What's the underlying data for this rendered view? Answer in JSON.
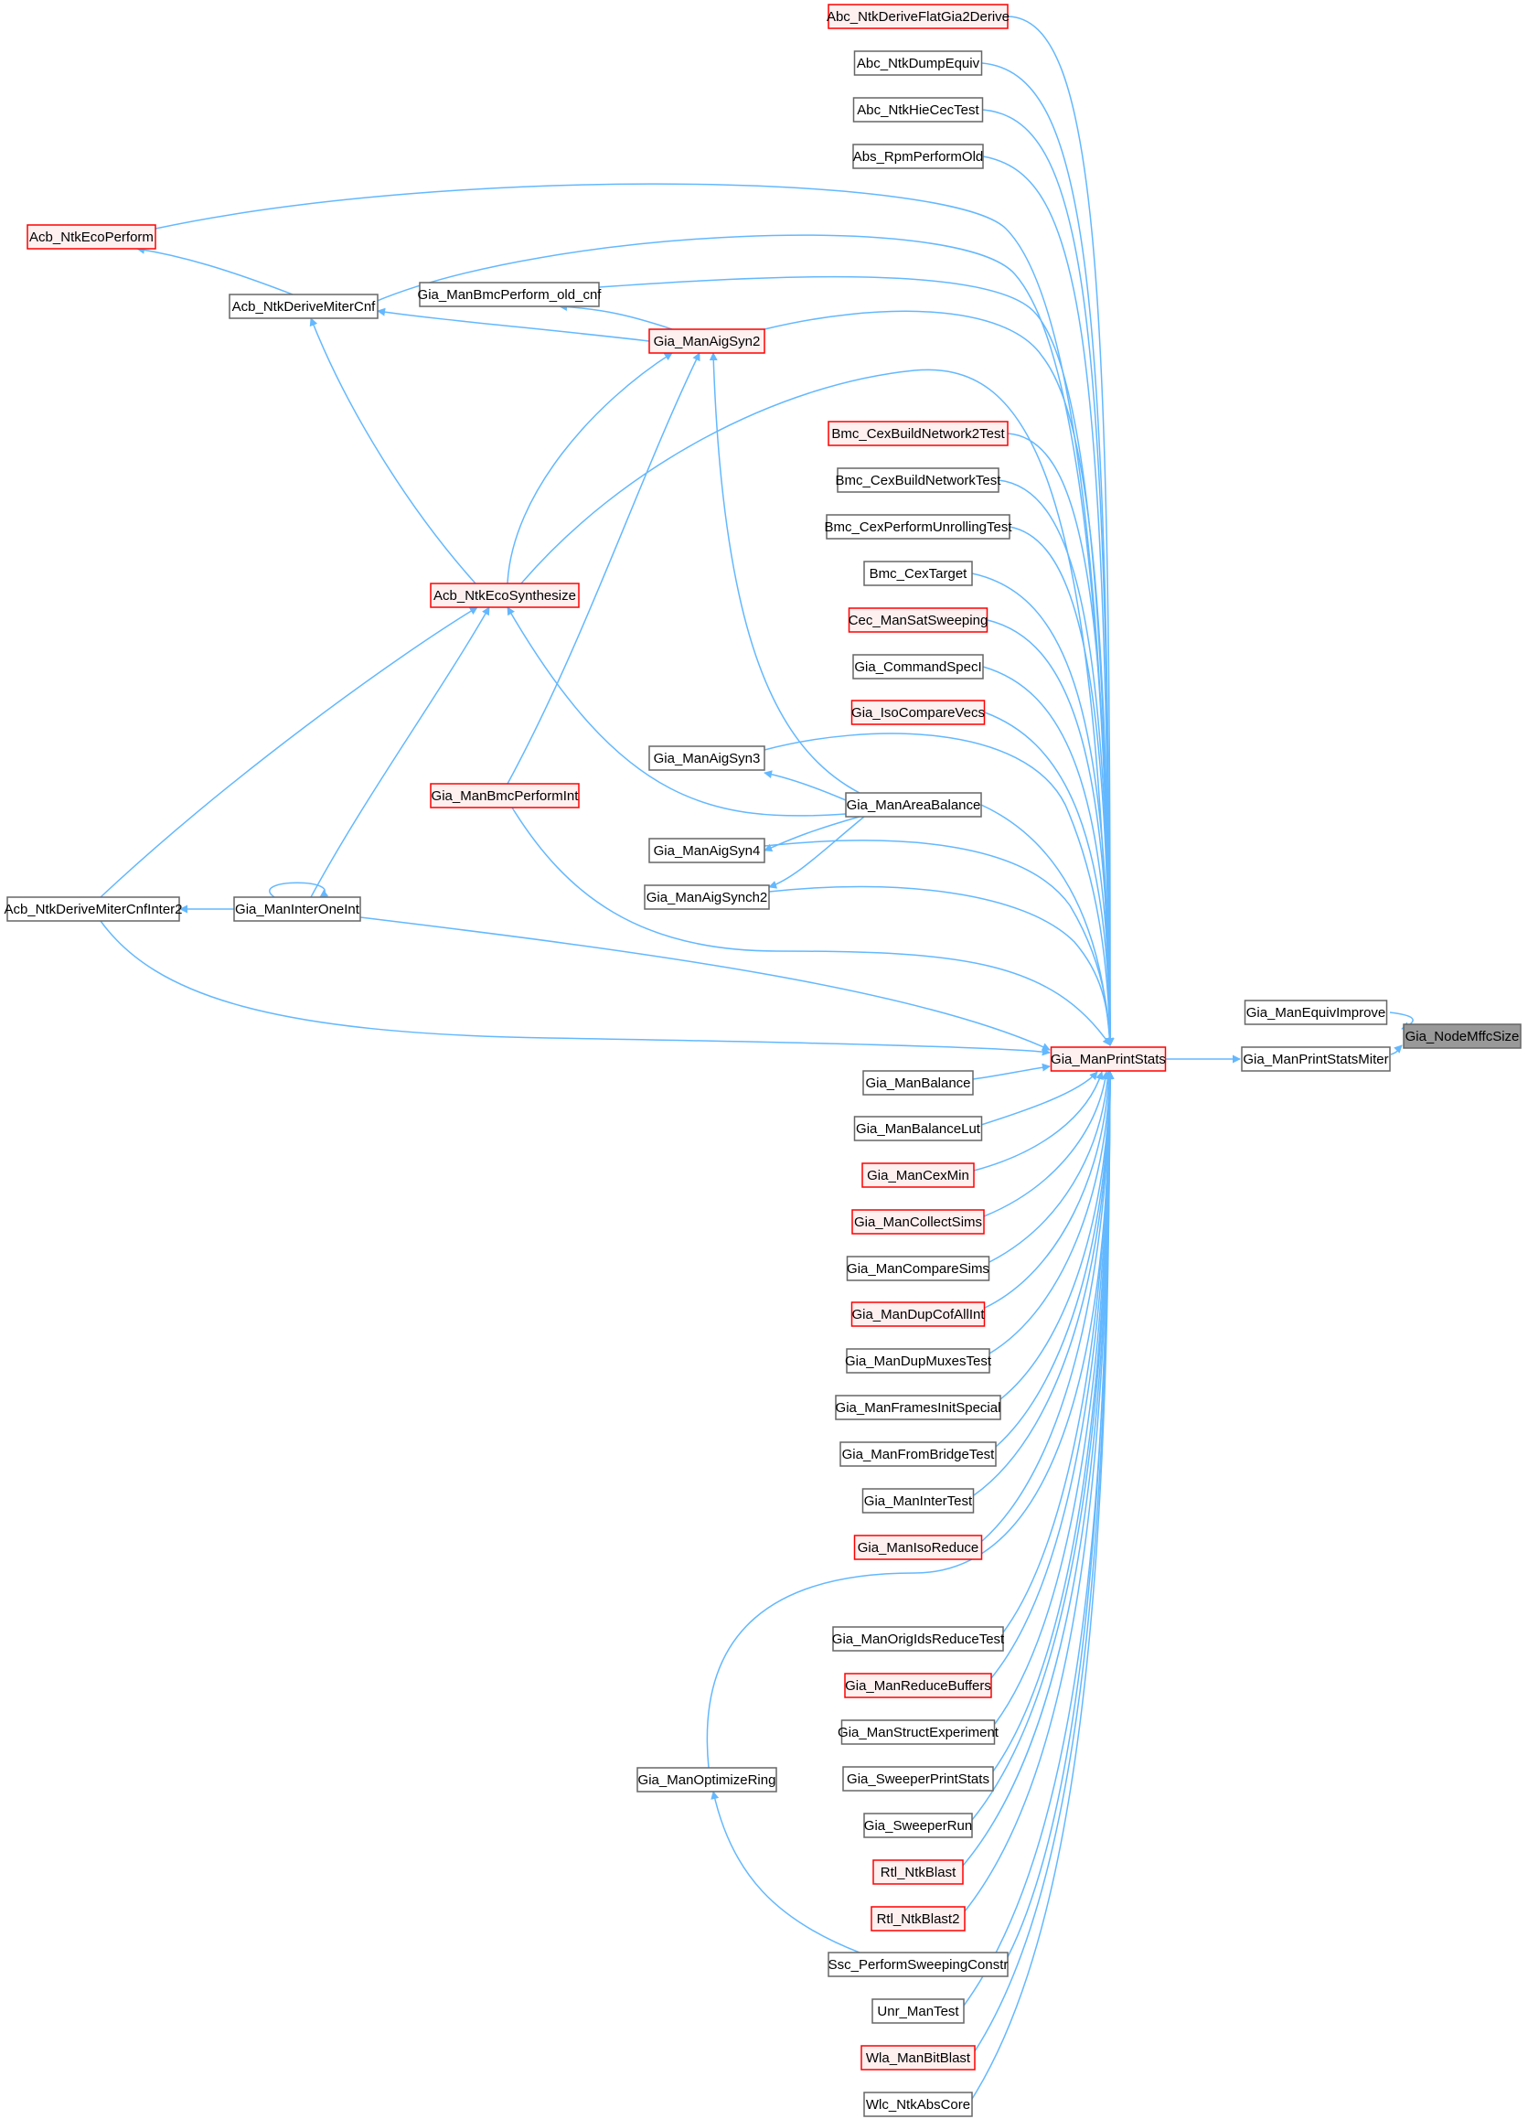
{
  "colors": {
    "edge": "#63b8ff",
    "node_border_normal": "#666666",
    "node_border_truncated": "#ff0000",
    "node_fill_normal": "#ffffff",
    "node_fill_truncated": "#fff0f0",
    "node_fill_focus": "#999999",
    "node_border_focus": "#666666"
  },
  "graph": {
    "focus": "Gia_NodeMffcSize",
    "nodes": [
      {
        "id": "n0",
        "label": "Gia_NodeMffcSize",
        "kind": "focus"
      },
      {
        "id": "n1",
        "label": "Gia_ManEquivImprove",
        "kind": "normal"
      },
      {
        "id": "n2",
        "label": "Gia_ManPrintStatsMiter",
        "kind": "normal"
      },
      {
        "id": "n3",
        "label": "Gia_ManPrintStats",
        "kind": "truncated"
      },
      {
        "id": "n4",
        "label": "Abc_NtkDeriveFlatGia2Derive",
        "kind": "truncated"
      },
      {
        "id": "n5",
        "label": "Abc_NtkDumpEquiv",
        "kind": "normal"
      },
      {
        "id": "n6",
        "label": "Abc_NtkHieCecTest",
        "kind": "normal"
      },
      {
        "id": "n7",
        "label": "Abs_RpmPerformOld",
        "kind": "normal"
      },
      {
        "id": "n8",
        "label": "Acb_NtkEcoPerform",
        "kind": "truncated"
      },
      {
        "id": "n9",
        "label": "Acb_NtkDeriveMiterCnf",
        "kind": "normal"
      },
      {
        "id": "n10",
        "label": "Gia_ManBmcPerform_old_cnf",
        "kind": "normal"
      },
      {
        "id": "n11",
        "label": "Gia_ManAigSyn2",
        "kind": "truncated"
      },
      {
        "id": "n12",
        "label": "Acb_NtkEcoSynthesize",
        "kind": "truncated"
      },
      {
        "id": "n13",
        "label": "Bmc_CexBuildNetwork2Test",
        "kind": "truncated"
      },
      {
        "id": "n14",
        "label": "Bmc_CexBuildNetworkTest",
        "kind": "normal"
      },
      {
        "id": "n15",
        "label": "Bmc_CexPerformUnrollingTest",
        "kind": "normal"
      },
      {
        "id": "n16",
        "label": "Bmc_CexTarget",
        "kind": "normal"
      },
      {
        "id": "n17",
        "label": "Cec_ManSatSweeping",
        "kind": "truncated"
      },
      {
        "id": "n18",
        "label": "Gia_CommandSpecI",
        "kind": "normal"
      },
      {
        "id": "n19",
        "label": "Gia_IsoCompareVecs",
        "kind": "truncated"
      },
      {
        "id": "n20",
        "label": "Gia_ManAigSyn3",
        "kind": "normal"
      },
      {
        "id": "n21",
        "label": "Gia_ManAreaBalance",
        "kind": "normal"
      },
      {
        "id": "n22",
        "label": "Gia_ManBmcPerformInt",
        "kind": "truncated"
      },
      {
        "id": "n23",
        "label": "Gia_ManAigSyn4",
        "kind": "normal"
      },
      {
        "id": "n24",
        "label": "Gia_ManAigSynch2",
        "kind": "normal"
      },
      {
        "id": "n25",
        "label": "Acb_NtkDeriveMiterCnfInter2",
        "kind": "normal"
      },
      {
        "id": "n26",
        "label": "Gia_ManInterOneInt",
        "kind": "normal"
      },
      {
        "id": "n27",
        "label": "Gia_ManBalance",
        "kind": "normal"
      },
      {
        "id": "n28",
        "label": "Gia_ManBalanceLut",
        "kind": "normal"
      },
      {
        "id": "n29",
        "label": "Gia_ManCexMin",
        "kind": "truncated"
      },
      {
        "id": "n30",
        "label": "Gia_ManCollectSims",
        "kind": "truncated"
      },
      {
        "id": "n31",
        "label": "Gia_ManCompareSims",
        "kind": "normal"
      },
      {
        "id": "n32",
        "label": "Gia_ManDupCofAllInt",
        "kind": "truncated"
      },
      {
        "id": "n33",
        "label": "Gia_ManDupMuxesTest",
        "kind": "normal"
      },
      {
        "id": "n34",
        "label": "Gia_ManFramesInitSpecial",
        "kind": "normal"
      },
      {
        "id": "n35",
        "label": "Gia_ManFromBridgeTest",
        "kind": "normal"
      },
      {
        "id": "n36",
        "label": "Gia_ManInterTest",
        "kind": "normal"
      },
      {
        "id": "n37",
        "label": "Gia_ManIsoReduce",
        "kind": "truncated"
      },
      {
        "id": "n38",
        "label": "Gia_ManOrigIdsReduceTest",
        "kind": "normal"
      },
      {
        "id": "n39",
        "label": "Gia_ManReduceBuffers",
        "kind": "truncated"
      },
      {
        "id": "n40",
        "label": "Gia_ManStructExperiment",
        "kind": "normal"
      },
      {
        "id": "n41",
        "label": "Gia_SweeperPrintStats",
        "kind": "normal"
      },
      {
        "id": "n42",
        "label": "Gia_SweeperRun",
        "kind": "normal"
      },
      {
        "id": "n43",
        "label": "Rtl_NtkBlast",
        "kind": "truncated"
      },
      {
        "id": "n44",
        "label": "Rtl_NtkBlast2",
        "kind": "truncated"
      },
      {
        "id": "n45",
        "label": "Gia_ManOptimizeRing",
        "kind": "normal"
      },
      {
        "id": "n46",
        "label": "Ssc_PerformSweepingConstr",
        "kind": "normal"
      },
      {
        "id": "n47",
        "label": "Unr_ManTest",
        "kind": "normal"
      },
      {
        "id": "n48",
        "label": "Wla_ManBitBlast",
        "kind": "truncated"
      },
      {
        "id": "n49",
        "label": "Wlc_NtkAbsCore",
        "kind": "normal"
      }
    ]
  }
}
